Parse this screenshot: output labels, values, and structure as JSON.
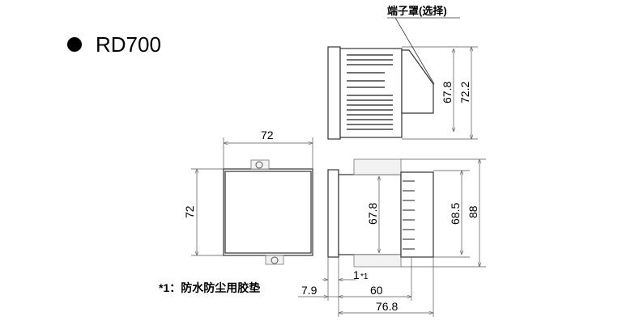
{
  "title": {
    "bullet": "●",
    "model": "RD700"
  },
  "callout": {
    "terminal_cover": "端子罩(选择)"
  },
  "front_view": {
    "width": "72",
    "height": "72"
  },
  "top_view": {
    "inner_height": "67.8",
    "outer_height": "72.2"
  },
  "side_view": {
    "body_height": "67.8",
    "terminal_height": "68.5",
    "total_height": "88",
    "gasket": "1",
    "gasket_note_ref": "*1",
    "bezel_depth": "7.9",
    "body_depth": "60",
    "total_depth": "76.8"
  },
  "footnote": "*1：防水防尘用胶垫"
}
